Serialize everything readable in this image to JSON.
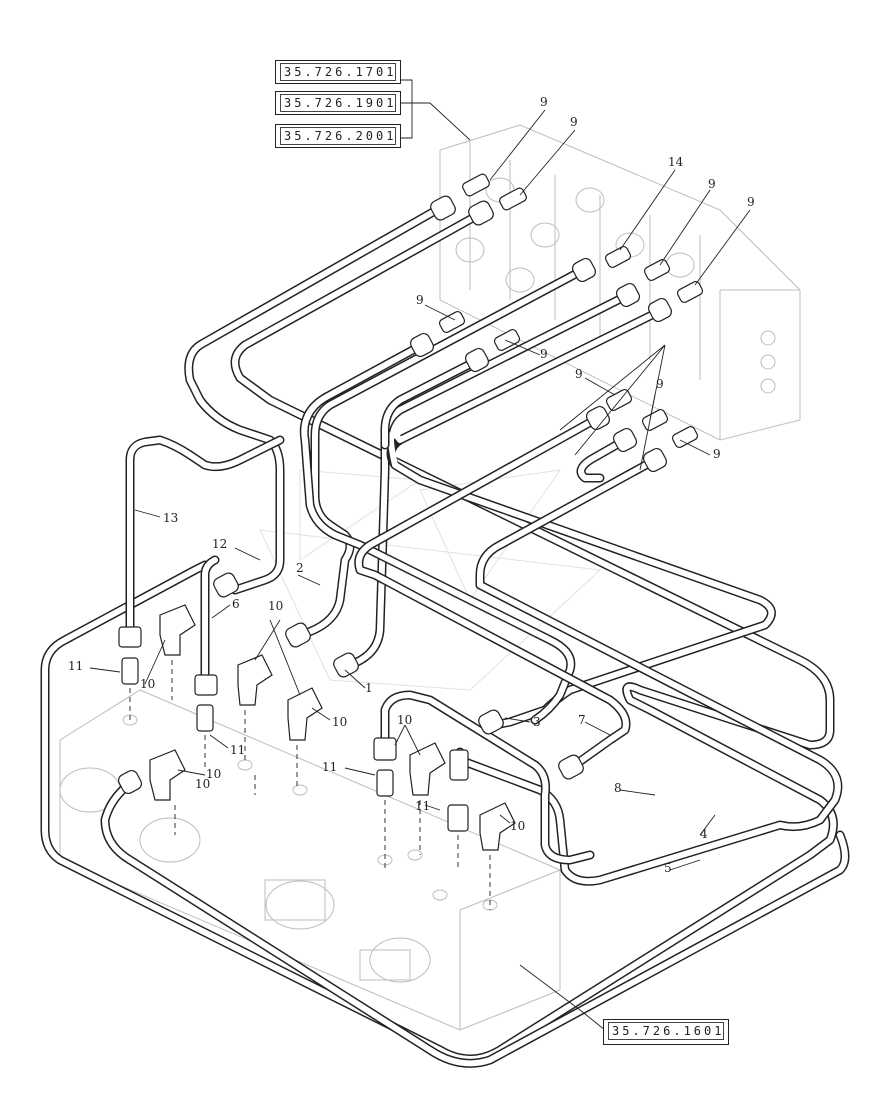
{
  "reference_boxes": [
    {
      "id": "ref-1701",
      "text": "35.726.1701"
    },
    {
      "id": "ref-1901",
      "text": "35.726.1901"
    },
    {
      "id": "ref-2001",
      "text": "35.726.2001"
    },
    {
      "id": "ref-1601",
      "text": "35.726.1601"
    }
  ],
  "callouts": [
    {
      "id": "c-9a",
      "label": "9"
    },
    {
      "id": "c-9b",
      "label": "9"
    },
    {
      "id": "c-14",
      "label": "14"
    },
    {
      "id": "c-9c",
      "label": "9"
    },
    {
      "id": "c-9d",
      "label": "9"
    },
    {
      "id": "c-9e",
      "label": "9"
    },
    {
      "id": "c-9f",
      "label": "9"
    },
    {
      "id": "c-9g",
      "label": "9"
    },
    {
      "id": "c-9h",
      "label": "9"
    },
    {
      "id": "c-9i",
      "label": "9"
    },
    {
      "id": "c-13",
      "label": "13"
    },
    {
      "id": "c-12",
      "label": "12"
    },
    {
      "id": "c-2",
      "label": "2"
    },
    {
      "id": "c-6",
      "label": "6"
    },
    {
      "id": "c-10a",
      "label": "10"
    },
    {
      "id": "c-1",
      "label": "1"
    },
    {
      "id": "c-11a",
      "label": "11"
    },
    {
      "id": "c-10b",
      "label": "10"
    },
    {
      "id": "c-11b",
      "label": "11"
    },
    {
      "id": "c-10c",
      "label": "10"
    },
    {
      "id": "c-10d",
      "label": "10"
    },
    {
      "id": "c-3",
      "label": "3"
    },
    {
      "id": "c-7",
      "label": "7"
    },
    {
      "id": "c-11c",
      "label": "11"
    },
    {
      "id": "c-10e",
      "label": "10"
    },
    {
      "id": "c-8",
      "label": "8"
    },
    {
      "id": "c-11d",
      "label": "11"
    },
    {
      "id": "c-10f",
      "label": "10"
    },
    {
      "id": "c-4",
      "label": "4"
    },
    {
      "id": "c-5",
      "label": "5"
    },
    {
      "id": "c-10g",
      "label": "10"
    }
  ]
}
